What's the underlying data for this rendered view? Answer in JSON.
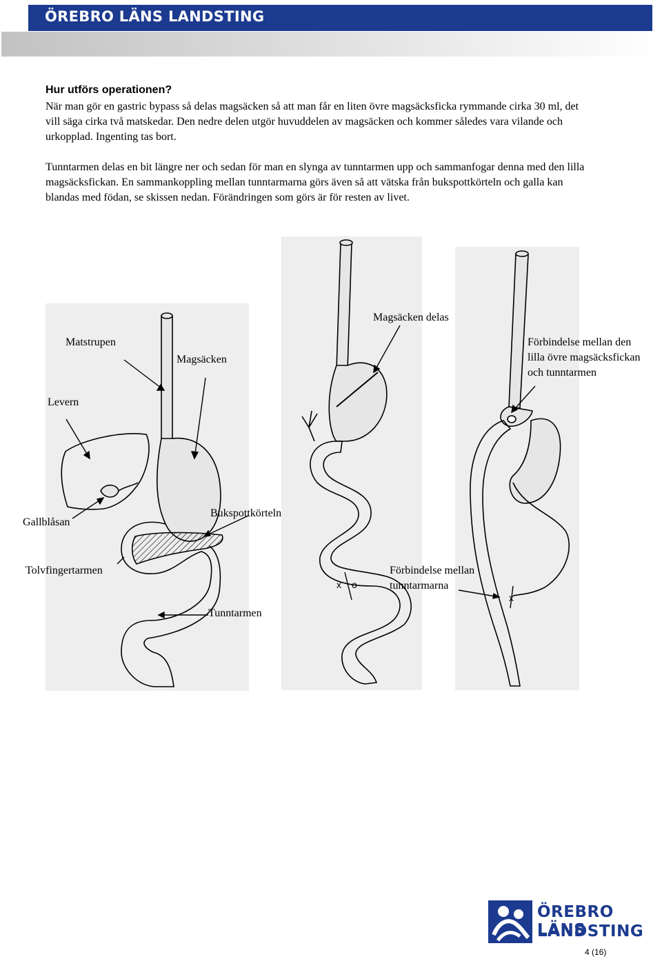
{
  "header": {
    "title": "ÖREBRO LÄNS LANDSTING"
  },
  "section": {
    "heading": "Hur utförs operationen?",
    "paragraphs": [
      "När man gör en gastric bypass så delas magsäcken så att man får en liten övre magsäcksficka rymmande cirka 30 ml, det vill säga cirka två matskedar. Den nedre delen utgör huvuddelen av magsäcken och kommer således vara vilande och urkopplad. Ingenting tas bort.",
      "Tunntarmen delas en bit längre ner och sedan för man en slynga av tunntarmen upp och sammanfogar denna med den lilla magsäcksfickan. En sammankoppling mellan tunntarmarna görs även så att vätska från bukspottkörteln och galla kan blandas med födan, se skissen nedan. Förändringen som görs är för resten av livet."
    ]
  },
  "figure": {
    "labels": {
      "matstrupen": "Matstrupen",
      "magsacken": "Magsäcken",
      "levern": "Levern",
      "gallblasan": "Gallblåsan",
      "bukspottkorteln": "Bukspottkörteln",
      "tolvfingertarmen": "Tolvfingertarmen",
      "tunntarmen": "Tunntarmen",
      "magsacken_delas": "Magsäcken delas",
      "forbindelse_1": "Förbindelse mellan den",
      "forbindelse_2": "lilla övre magsäcksfickan",
      "forbindelse_3": "och tunntarmen",
      "forbindelse_tunn_1": "Förbindelse mellan",
      "forbindelse_tunn_2": "tunntarmarna"
    }
  },
  "footer": {
    "logo_line1": "ÖREBRO LÄNS",
    "logo_line2": "LANDSTING",
    "page": "4 (16)"
  },
  "colors": {
    "brand": "#1c3a8f",
    "panel": "#eeeeee",
    "organ": "#e6e6e6"
  }
}
